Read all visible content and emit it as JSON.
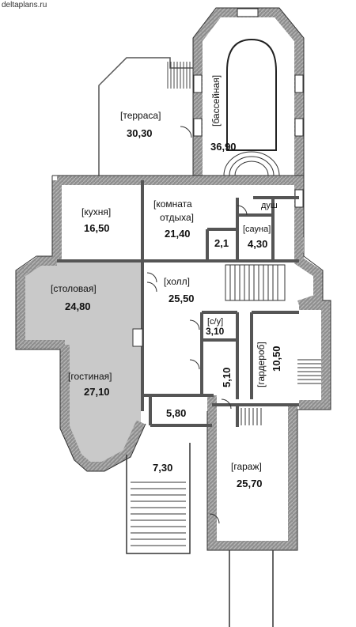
{
  "watermark": "deltaplans.ru",
  "rooms": {
    "terrace": {
      "name": "[терраса]",
      "area": "30,30"
    },
    "pool": {
      "name": "[бассейная]",
      "area": "36,90"
    },
    "kitchen": {
      "name": "[кухня]",
      "area": "16,50"
    },
    "rest_room": {
      "name_line1": "[комната",
      "name_line2": "отдыха]",
      "area": "21,40"
    },
    "shower": {
      "name": "душ"
    },
    "sauna": {
      "name": "[сауна]",
      "area": "4,30"
    },
    "small_room": {
      "area": "2,1"
    },
    "dining": {
      "name": "[столовая]",
      "area": "24,80"
    },
    "hall": {
      "name": "[холл]",
      "area": "25,50"
    },
    "wc": {
      "name": "[с/у]",
      "area": "3,10"
    },
    "corridor": {
      "area": "5,10"
    },
    "wardrobe": {
      "name": "[гардероб]",
      "area": "10,50"
    },
    "living": {
      "name": "[гостиная]",
      "area": "27,10"
    },
    "vestibule": {
      "area": "5,80"
    },
    "porch": {
      "area": "7,30"
    },
    "garage": {
      "name": "[гараж]",
      "area": "25,70"
    }
  }
}
